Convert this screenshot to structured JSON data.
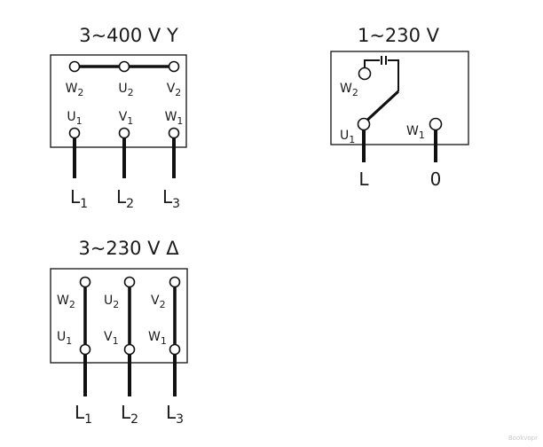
{
  "star": {
    "title": "3~400 V Y",
    "top_row": [
      {
        "letter": "W",
        "sub": "2"
      },
      {
        "letter": "U",
        "sub": "2"
      },
      {
        "letter": "V",
        "sub": "2"
      }
    ],
    "bottom_row": [
      {
        "letter": "U",
        "sub": "1"
      },
      {
        "letter": "V",
        "sub": "1"
      },
      {
        "letter": "W",
        "sub": "1"
      }
    ],
    "lines": [
      {
        "letter": "L",
        "sub": "1"
      },
      {
        "letter": "L",
        "sub": "2"
      },
      {
        "letter": "L",
        "sub": "3"
      }
    ]
  },
  "single": {
    "title": "1~230 V",
    "terminals": [
      {
        "letter": "W",
        "sub": "2"
      },
      {
        "letter": "U",
        "sub": "1"
      },
      {
        "letter": "W",
        "sub": "1"
      }
    ],
    "lines": [
      "L",
      "0"
    ]
  },
  "delta": {
    "title": "3~230 V Δ",
    "top_row": [
      {
        "letter": "W",
        "sub": "2"
      },
      {
        "letter": "U",
        "sub": "2"
      },
      {
        "letter": "V",
        "sub": "2"
      }
    ],
    "bottom_row": [
      {
        "letter": "U",
        "sub": "1"
      },
      {
        "letter": "V",
        "sub": "1"
      },
      {
        "letter": "W",
        "sub": "1"
      }
    ],
    "lines": [
      {
        "letter": "L",
        "sub": "1"
      },
      {
        "letter": "L",
        "sub": "2"
      },
      {
        "letter": "L",
        "sub": "3"
      }
    ]
  },
  "watermark": "Bookvopr"
}
